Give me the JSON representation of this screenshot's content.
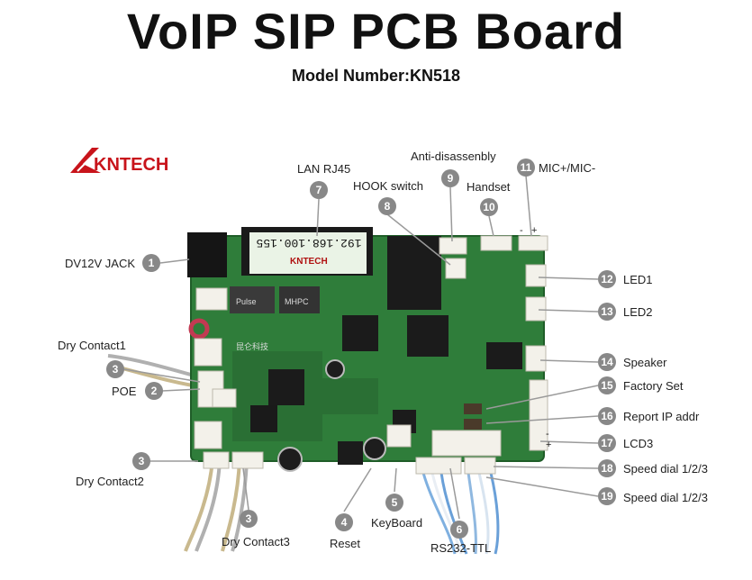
{
  "title": "VoIP SIP PCB Board",
  "subtitle": "Model Number:KN518",
  "logo": {
    "text": "KNTECH",
    "brand_color": "#c8141b"
  },
  "board": {
    "ip_sticker": "192.168.100.155",
    "sticker_logo": "KNTECH",
    "chip_label_1": "MHPC",
    "chip_label_2": "Pulse",
    "silk_text": "昆仑科技"
  },
  "callouts": [
    {
      "num": "1",
      "label": "DV12V JACK"
    },
    {
      "num": "2",
      "label": "POE"
    },
    {
      "num": "3",
      "label": "Dry Contact1"
    },
    {
      "num": "3",
      "label": "Dry Contact2"
    },
    {
      "num": "3",
      "label": "Dry Contact3"
    },
    {
      "num": "4",
      "label": "Reset"
    },
    {
      "num": "5",
      "label": "KeyBoard"
    },
    {
      "num": "6",
      "label": "RS232-TTL"
    },
    {
      "num": "7",
      "label": "LAN RJ45"
    },
    {
      "num": "8",
      "label": "HOOK switch"
    },
    {
      "num": "9",
      "label": "Anti-disassenbly"
    },
    {
      "num": "10",
      "label": "Handset"
    },
    {
      "num": "11",
      "label": "MIC+/MIC-"
    },
    {
      "num": "12",
      "label": "LED1"
    },
    {
      "num": "13",
      "label": "LED2"
    },
    {
      "num": "14",
      "label": "Speaker"
    },
    {
      "num": "15",
      "label": "Factory Set"
    },
    {
      "num": "16",
      "label": "Report IP addr"
    },
    {
      "num": "17",
      "label": "LCD3"
    },
    {
      "num": "18",
      "label": "Speed dial 1/2/3"
    },
    {
      "num": "19",
      "label": "Speed dial 1/2/3"
    }
  ],
  "polarity": {
    "minus": "-",
    "plus": "+"
  },
  "colors": {
    "pcb": "#2f7d3a",
    "pcb_dark": "#1f5d28",
    "badge": "#8a8a8a",
    "line": "#9a9a9a"
  }
}
